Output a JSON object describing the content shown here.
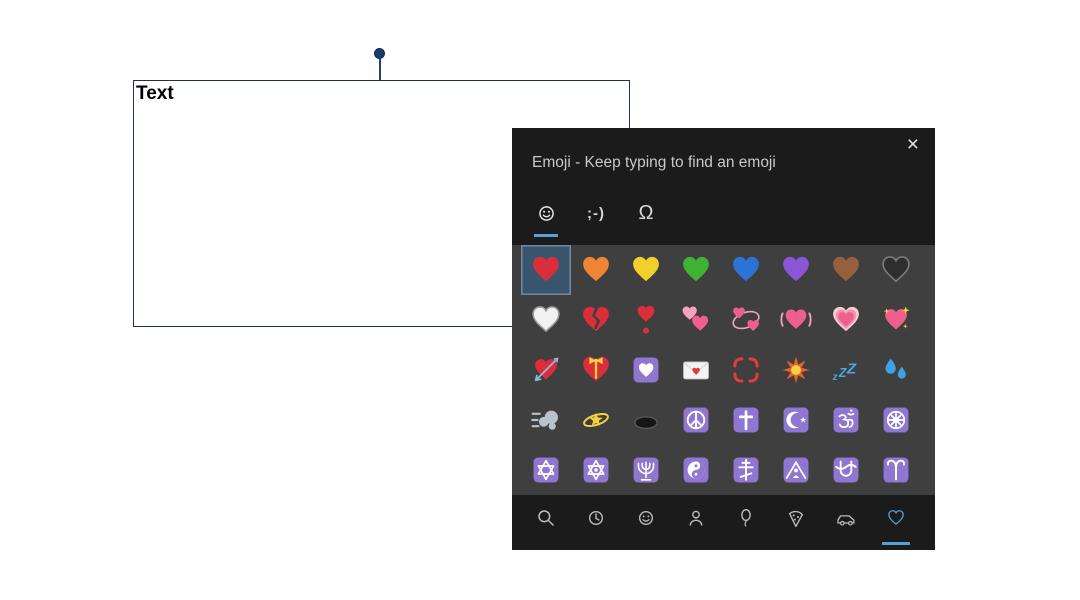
{
  "diagram": {
    "textbox_label": "Text"
  },
  "panel": {
    "title": "Emoji - Keep typing to find an emoji",
    "close": "×",
    "tabs": [
      {
        "id": "emoji",
        "type": "icon",
        "icon": "smiley-icon",
        "selected": true
      },
      {
        "id": "kaomoji",
        "type": "text",
        "label": ";-)",
        "selected": false
      },
      {
        "id": "symbols",
        "type": "text",
        "label": "Ω",
        "selected": false
      }
    ],
    "colors": {
      "header_bg": "#1b1b1b",
      "grid_bg": "#3f3f3f",
      "accent": "#56a0d6",
      "purple_square": "#8e76d1",
      "selected_cell_bg": "#3a566f",
      "selected_cell_border": "#6f8ba3",
      "title_text": "#c9c9c9",
      "nav_icon": "#bdbdbd",
      "red_heart": "#da2f3a"
    },
    "grid": [
      {
        "name": "red-heart",
        "char": "❤️",
        "draw": "heart",
        "color": "#da2f3a",
        "selected": true
      },
      {
        "name": "orange-heart",
        "char": "🧡",
        "draw": "heart",
        "color": "#ef8532"
      },
      {
        "name": "yellow-heart",
        "char": "💛",
        "draw": "heart",
        "color": "#f3cf2c"
      },
      {
        "name": "green-heart",
        "char": "💚",
        "draw": "heart",
        "color": "#3eb232"
      },
      {
        "name": "blue-heart",
        "char": "💙",
        "draw": "heart",
        "color": "#2c73d6"
      },
      {
        "name": "purple-heart",
        "char": "💜",
        "draw": "heart",
        "color": "#8a55d7"
      },
      {
        "name": "brown-heart",
        "char": "🤎",
        "draw": "heart",
        "color": "#96603e"
      },
      {
        "name": "black-heart",
        "char": "🖤",
        "draw": "black-heart"
      },
      {
        "name": "white-heart",
        "char": "🤍",
        "draw": "white-heart"
      },
      {
        "name": "broken-heart",
        "char": "💔",
        "draw": "broken"
      },
      {
        "name": "heart-exclamation",
        "char": "❣️",
        "draw": "exclaim"
      },
      {
        "name": "two-hearts",
        "char": "💕",
        "draw": "two-hearts"
      },
      {
        "name": "revolving-hearts",
        "char": "💞",
        "draw": "revolving"
      },
      {
        "name": "beating-heart",
        "char": "💓",
        "draw": "beating"
      },
      {
        "name": "growing-heart",
        "char": "💗",
        "draw": "growing"
      },
      {
        "name": "sparkling-heart",
        "char": "💖",
        "draw": "sparkling"
      },
      {
        "name": "heart-with-arrow",
        "char": "💘",
        "draw": "arrow"
      },
      {
        "name": "heart-with-ribbon",
        "char": "💝",
        "draw": "ribbon"
      },
      {
        "name": "heart-decoration",
        "char": "💟",
        "draw": "decoration"
      },
      {
        "name": "love-letter",
        "char": "💌",
        "draw": "letter"
      },
      {
        "name": "anger-symbol",
        "char": "💢",
        "draw": "anger"
      },
      {
        "name": "collision",
        "char": "💥",
        "draw": "collision"
      },
      {
        "name": "zzz",
        "char": "💤",
        "draw": "zzz"
      },
      {
        "name": "sweat-droplets",
        "char": "💦",
        "draw": "droplets"
      },
      {
        "name": "dashing-away",
        "char": "💨",
        "draw": "dash"
      },
      {
        "name": "dizzy",
        "char": "💫",
        "draw": "dizzy"
      },
      {
        "name": "hole",
        "char": "🕳️",
        "draw": "hole"
      },
      {
        "name": "peace-symbol",
        "char": "☮️",
        "draw": "peace"
      },
      {
        "name": "latin-cross",
        "char": "✝️",
        "draw": "cross"
      },
      {
        "name": "star-and-crescent",
        "char": "☪️",
        "draw": "star-crescent"
      },
      {
        "name": "om",
        "char": "🕉️",
        "draw": "om"
      },
      {
        "name": "wheel-of-dharma",
        "char": "☸️",
        "draw": "dharma"
      },
      {
        "name": "star-of-david",
        "char": "✡️",
        "draw": "star-david"
      },
      {
        "name": "dotted-six-pointed-star",
        "char": "🔯",
        "draw": "star-dot"
      },
      {
        "name": "menorah",
        "char": "🕎",
        "draw": "menorah"
      },
      {
        "name": "yin-yang",
        "char": "☯️",
        "draw": "yin-yang"
      },
      {
        "name": "orthodox-cross",
        "char": "☦️",
        "draw": "orthodox"
      },
      {
        "name": "place-of-worship",
        "char": "🛐",
        "draw": "worship"
      },
      {
        "name": "ophiuchus",
        "char": "⛎",
        "draw": "ophiuchus"
      },
      {
        "name": "aries",
        "char": "♈",
        "draw": "aries"
      }
    ],
    "nav": [
      {
        "name": "search",
        "icon": "search-icon",
        "selected": false
      },
      {
        "name": "recent",
        "icon": "clock-icon",
        "selected": false
      },
      {
        "name": "smileys",
        "icon": "smiley-icon",
        "selected": false
      },
      {
        "name": "people",
        "icon": "person-icon",
        "selected": false
      },
      {
        "name": "celebrations",
        "icon": "balloon-icon",
        "selected": false
      },
      {
        "name": "food",
        "icon": "pizza-icon",
        "selected": false
      },
      {
        "name": "transport",
        "icon": "car-icon",
        "selected": false
      },
      {
        "name": "symbols",
        "icon": "heart-icon",
        "selected": true
      }
    ]
  }
}
